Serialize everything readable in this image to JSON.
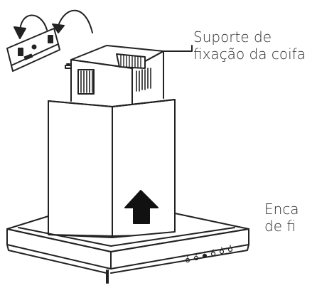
{
  "colors": {
    "ink": "#222222",
    "paper": "#ffffff"
  },
  "labels": {
    "bracket_label_line1": "Suporte de",
    "bracket_label_line2": "fixação da coifa",
    "fitting_label_line1": "Enca",
    "fitting_label_line2": "de fi"
  },
  "icons": {
    "curved_arrows": "curved-arrow-icon",
    "up_arrow": "up-arrow-icon",
    "pointer_arrow": "pointer-arrow-icon"
  }
}
